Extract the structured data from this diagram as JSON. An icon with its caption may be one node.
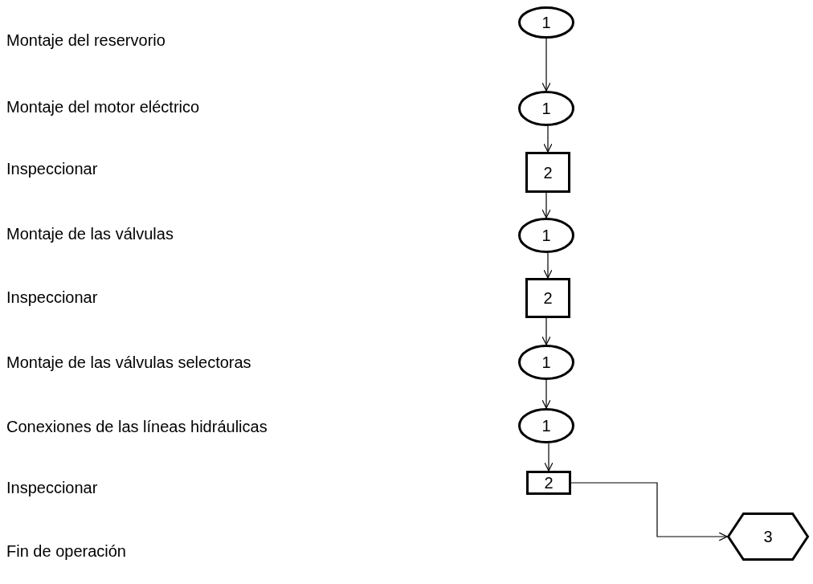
{
  "diagram": {
    "nodes": [
      {
        "text": [
          "1"
        ]
      },
      {
        "text": [
          "1"
        ]
      },
      {
        "text": [
          "2"
        ]
      },
      {
        "text": [
          "1"
        ]
      },
      {
        "text": [
          "2"
        ]
      },
      {
        "text": [
          "1"
        ]
      },
      {
        "text": [
          "1"
        ]
      },
      {
        "text": [
          "2"
        ]
      },
      {
        "text": [
          "3"
        ]
      }
    ],
    "edges": [
      {
        "from": 0,
        "to": 1,
        "arrow": "to"
      },
      {
        "from": 1,
        "to": 2,
        "arrow": "to"
      },
      {
        "from": 2,
        "to": 3,
        "arrow": "to"
      },
      {
        "from": 3,
        "to": 4,
        "arrow": "to"
      },
      {
        "from": 4,
        "to": 5,
        "arrow": "to"
      },
      {
        "from": 5,
        "to": 6,
        "arrow": "to"
      },
      {
        "from": 6,
        "to": 7,
        "arrow": "to"
      },
      {
        "from": 7,
        "to": 8,
        "arrow": "to"
      }
    ],
    "labels": [
      "Montaje del reservorio",
      "Montaje del motor eléctrico",
      "Inspeccionar",
      "Montaje de las válvulas",
      "Inspeccionar",
      "Montaje de las válvulas selectoras",
      "Conexiones de las líneas hidráulicas",
      "Inspeccionar",
      "Fin de operación"
    ]
  }
}
